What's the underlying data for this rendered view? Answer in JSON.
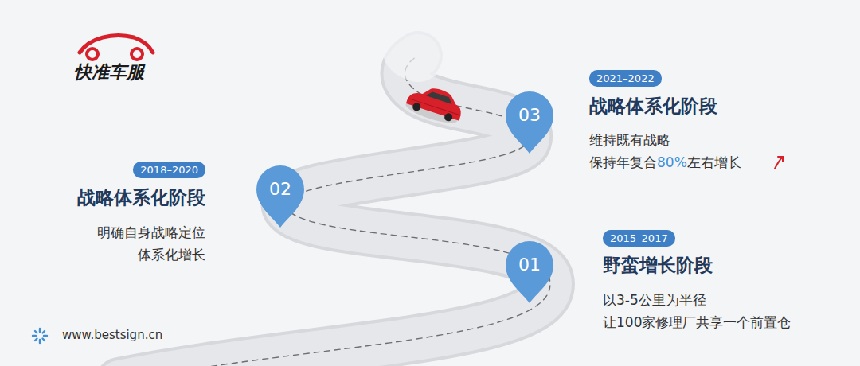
{
  "diagram": {
    "nodes": [
      {
        "text": [
          "2021–2022"
        ]
      },
      {
        "text": [
          "03"
        ]
      },
      {
        "text": [
          "2018–2020"
        ]
      },
      {
        "text": [
          "02"
        ]
      },
      {
        "text": [
          "2015–2017"
        ]
      },
      {
        "text": [
          "01"
        ]
      }
    ],
    "labels": [
      "快准车服",
      "战略体系化阶段",
      "维持既有战略 保持年复合80%左右增长",
      "战略体系化阶段",
      "明确自身战略定位 体系化增长",
      "野蛮增长阶段",
      "以3-5公里为半径 让100家修理厂共享一个前置仓",
      "www.bestsign.cn"
    ]
  }
}
